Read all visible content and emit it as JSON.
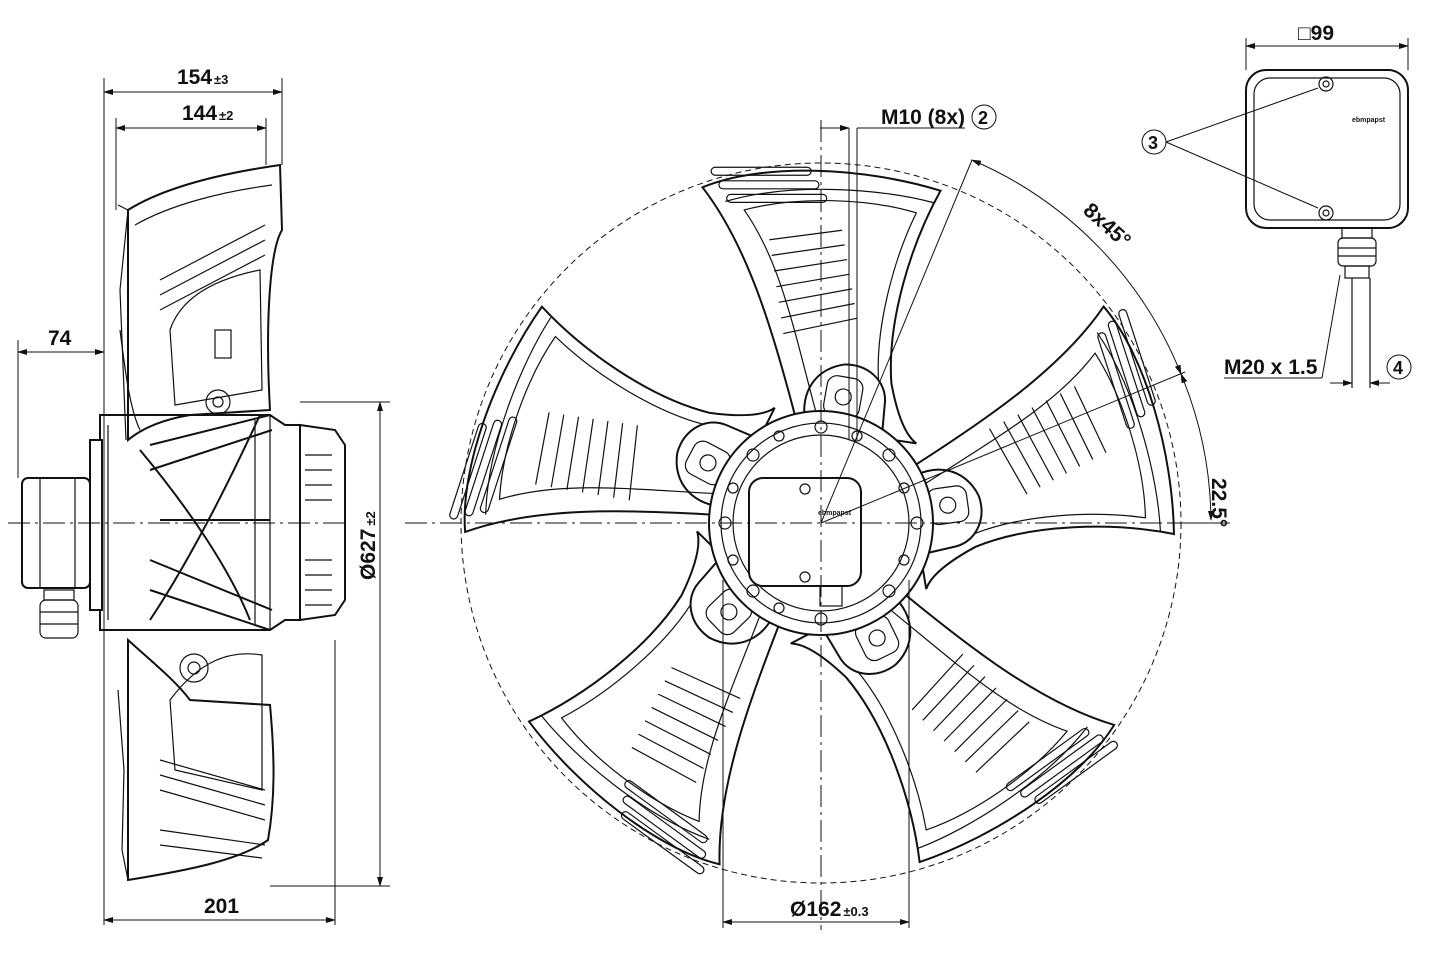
{
  "dimensions": {
    "width_overall": {
      "value": "154",
      "tolerance": "±3"
    },
    "width_blade": {
      "value": "144",
      "tolerance": "±2"
    },
    "hub_offset": {
      "value": "74"
    },
    "depth_total": {
      "value": "201"
    },
    "diameter_blade": {
      "value": "Ø627",
      "tolerance": "±2"
    },
    "diameter_hub": {
      "value": "Ø162",
      "tolerance": "±0.3"
    },
    "thread_holes": {
      "value": "M10 (8x)"
    },
    "angle_holes": {
      "value": "8x45°"
    },
    "angle_offset": {
      "value": "22.5°"
    },
    "box_size": {
      "value": "□99"
    },
    "cable_gland": {
      "value": "M20 x 1.5"
    }
  },
  "callouts": {
    "c2": "2",
    "c3": "3",
    "c4": "4"
  },
  "brand_label": "ebmpapst"
}
